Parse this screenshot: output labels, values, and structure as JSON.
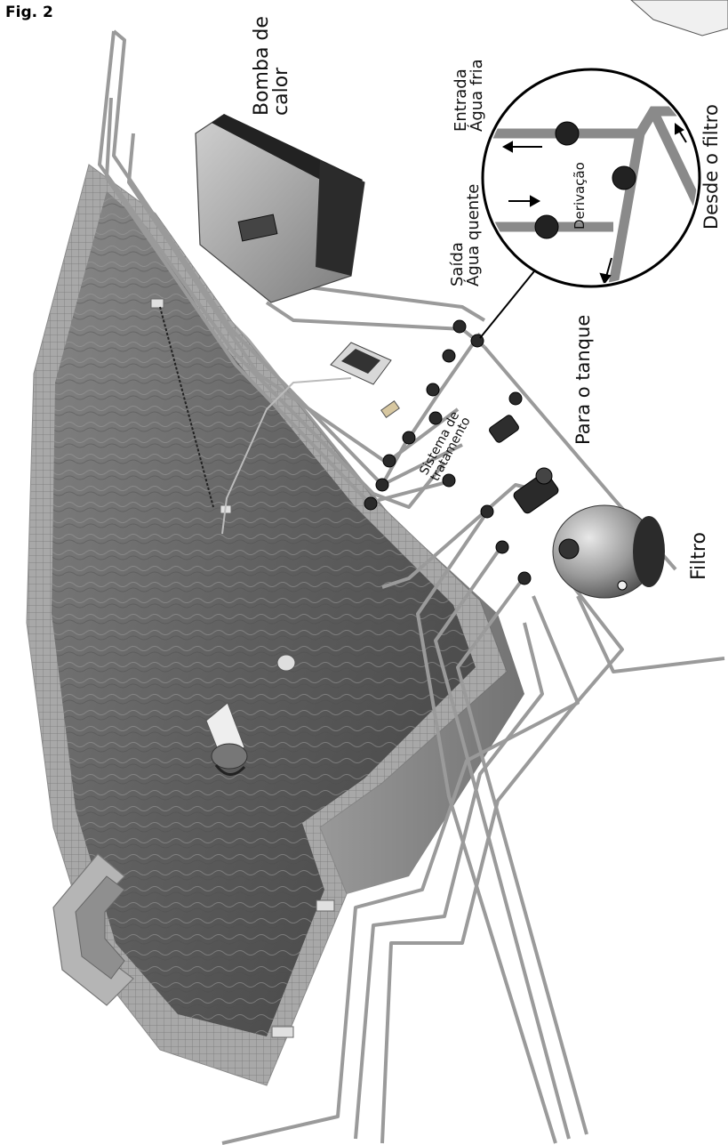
{
  "figure": {
    "title": "Fig. 2"
  },
  "labels": {
    "heat_pump": "Bomba de\ncalor",
    "cold_water_inlet": "Entrada\nÁgua fria",
    "hot_water_outlet": "Saída\nÁgua quente",
    "bypass": "Derivação",
    "from_filter": "Desde o filtro",
    "to_tank": "Para o tanque",
    "treatment_system": "Sistema de\ntratamento",
    "filter": "Filtro"
  },
  "colors": {
    "pipe": "#9a9a9a",
    "pipe_edge": "#5a5a5a",
    "pool_water": "#6e6e6e",
    "pool_edge": "#bdbdbd",
    "valve": "#2a2a2a",
    "equipment": "#888888"
  }
}
